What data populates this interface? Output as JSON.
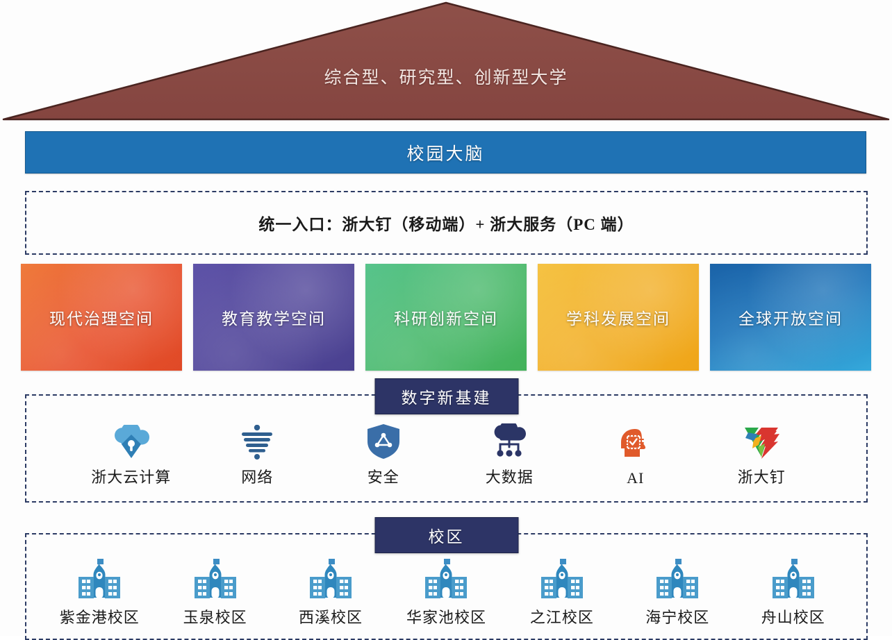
{
  "roof": {
    "text": "综合型、研究型、创新型大学",
    "color": "#8a4a44",
    "text_color": "#f3e7e3"
  },
  "brain": {
    "text": "校园大脑",
    "color": "#1f72b4"
  },
  "entry": {
    "text": "统一入口：浙大钉（移动端）+ 浙大服务（PC 端）",
    "border_color": "#2b3a63"
  },
  "spaces": [
    {
      "label": "现代治理空间",
      "color": "#e8522e",
      "color2": "#ef7b3c",
      "icon": "governance-space-card"
    },
    {
      "label": "教育教学空间",
      "color": "#514699",
      "color2": "#5e53a8",
      "icon": "education-space-card"
    },
    {
      "label": "科研创新空间",
      "color": "#45b45f",
      "color2": "#58c48c",
      "icon": "research-space-card"
    },
    {
      "label": "学科发展空间",
      "color": "#f0a81b",
      "color2": "#f5c344",
      "icon": "discipline-space-card"
    },
    {
      "label": "全球开放空间",
      "color": "#1b63a8",
      "color2": "#35a9db",
      "icon": "global-space-card"
    }
  ],
  "infrastructure": {
    "title": "数字新基建",
    "title_color": "#2d3466",
    "items": [
      {
        "label": "浙大云计算",
        "icon": "cloud-key-icon",
        "color": "#3d8dc4"
      },
      {
        "label": "网络",
        "icon": "network-signal-icon",
        "color": "#2f5f8f"
      },
      {
        "label": "安全",
        "icon": "shield-icon",
        "color": "#3a6ea8"
      },
      {
        "label": "大数据",
        "icon": "big-data-cloud-icon",
        "color": "#2b3566"
      },
      {
        "label": "AI",
        "icon": "ai-brain-chip-icon",
        "color": "#e05a2b"
      },
      {
        "label": "浙大钉",
        "icon": "dingtalk-triangle-icon",
        "color": "#2aa84a"
      }
    ]
  },
  "campuses": {
    "title": "校区",
    "title_color": "#2d3466",
    "items": [
      {
        "label": "紫金港校区",
        "icon": "campus-building-icon"
      },
      {
        "label": "玉泉校区",
        "icon": "campus-building-icon"
      },
      {
        "label": "西溪校区",
        "icon": "campus-building-icon"
      },
      {
        "label": "华家池校区",
        "icon": "campus-building-icon"
      },
      {
        "label": "之江校区",
        "icon": "campus-building-icon"
      },
      {
        "label": "海宁校区",
        "icon": "campus-building-icon"
      },
      {
        "label": "舟山校区",
        "icon": "campus-building-icon"
      }
    ]
  }
}
